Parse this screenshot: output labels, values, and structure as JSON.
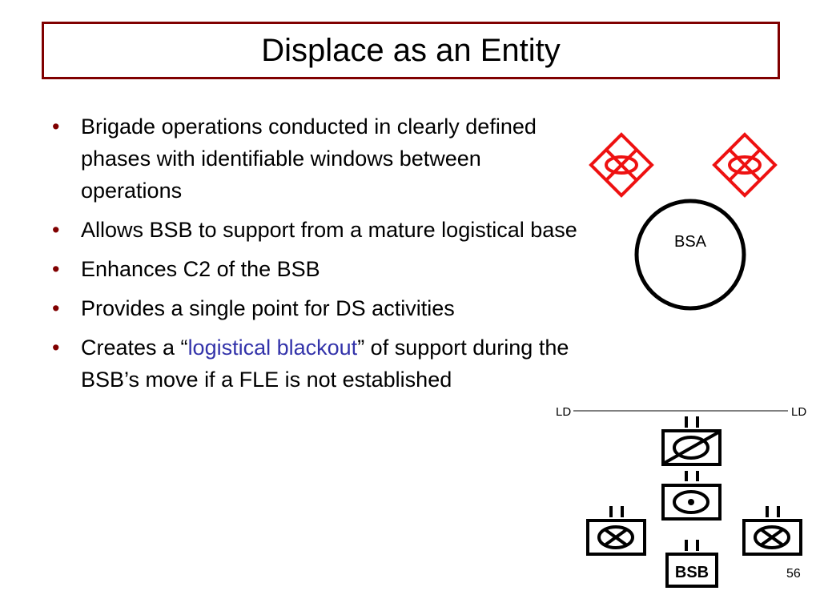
{
  "slide": {
    "title": "Displace as an Entity",
    "bullets": {
      "b1": "Brigade operations conducted in clearly defined phases with identifiable windows between operations",
      "b2": "Allows BSB to support from a mature logistical base",
      "b3": "Enhances C2 of the BSB",
      "b4": "Provides a single point for DS activities",
      "b5_before": "Creates a “",
      "b5_link": "logistical blackout",
      "b5_after": "” of support during the BSB’s move if a FLE is not established"
    },
    "page_number": "56"
  },
  "diagram": {
    "area_label": "BSA",
    "line_label_left": "LD",
    "line_label_right": "LD",
    "unit_label": "BSB",
    "colors": {
      "symbol_red": "#ee1111",
      "title_border": "#800000",
      "bullet": "#800000",
      "link": "#3333aa"
    }
  }
}
